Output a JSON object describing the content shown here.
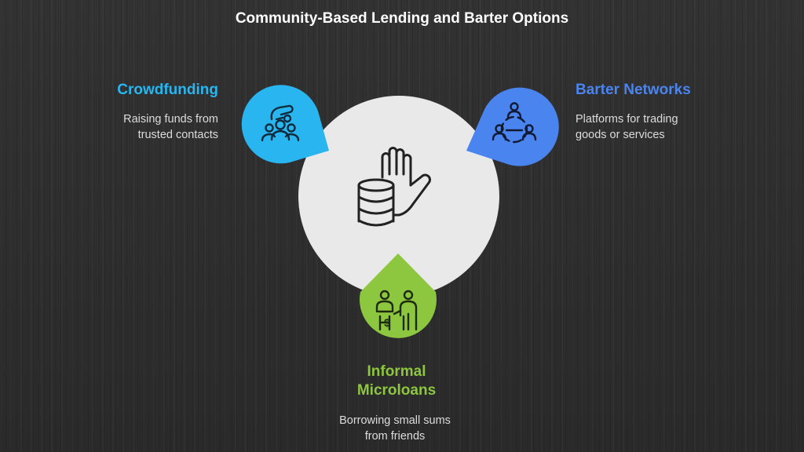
{
  "title": "Community-Based Lending and Barter Options",
  "colors": {
    "crowdfunding": "#29b6f0",
    "barter": "#4a84ee",
    "microloans": "#8dc63f",
    "center_circle": "#e9e9e9",
    "title_text": "#ffffff"
  },
  "center": {
    "icon": "hand-and-coin-stack-icon"
  },
  "items": [
    {
      "id": "crowdfunding",
      "heading": "Crowdfunding",
      "description_lines": [
        "Raising funds from",
        "trusted contacts"
      ],
      "icon": "hand-over-group-icon"
    },
    {
      "id": "barter",
      "heading": "Barter Networks",
      "description_lines": [
        "Platforms for trading",
        "goods or services"
      ],
      "icon": "three-people-network-icon"
    },
    {
      "id": "microloans",
      "heading_lines": [
        "Informal",
        "Microloans"
      ],
      "description_lines": [
        "Borrowing small sums",
        "from friends"
      ],
      "icon": "two-people-dollar-icon"
    }
  ]
}
